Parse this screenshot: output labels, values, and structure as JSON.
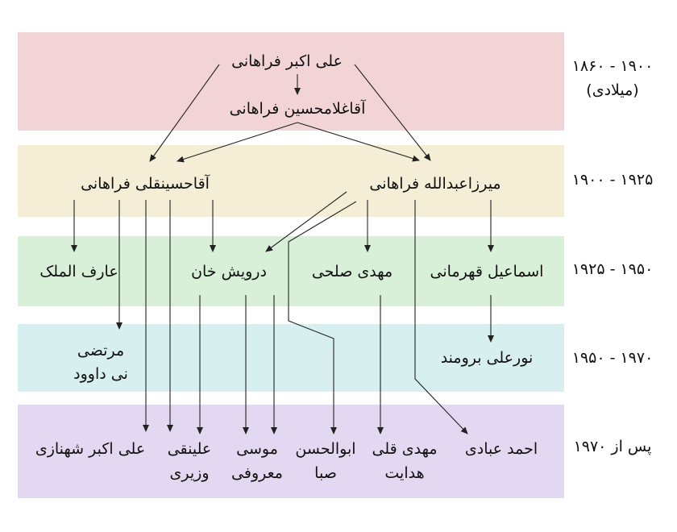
{
  "colors": {
    "band_1": "#f2d4d7",
    "band_2": "#f4eed6",
    "band_3": "#d8f0d8",
    "band_4": "#d8efef",
    "band_5": "#e2d8f1",
    "line": "#222222"
  },
  "eras": [
    {
      "label": "۱۸۶۰ - ۱۹۰۰",
      "sub": "(میلادی)"
    },
    {
      "label": "۱۹۰۰ - ۱۹۲۵"
    },
    {
      "label": "۱۹۲۵ - ۱۹۵۰"
    },
    {
      "label": "۱۹۵۰ - ۱۹۷۰"
    },
    {
      "label": "پس از ۱۹۷۰"
    }
  ],
  "people": {
    "ali_akbar_farahani": "علی اکبر فراهانی",
    "aghagholamhossein_farahani": "آقاغلامحسین فراهانی",
    "aghahosseingholi_farahani": "آقاحسینقلی فراهانی",
    "mirza_abdollah_farahani": "میرزاعبدالله فراهانی",
    "aref_almolk": "عارف الملک",
    "darvish_khan": "درویش خان",
    "mehdi_solhi": "مهدی صلحی",
    "esmaeil_ghahremani": "اسماعیل قهرمانی",
    "morteza_line1": "مرتضی",
    "morteza_line2": "نی داوود",
    "nourali_boroumand": "نورعلی برومند",
    "ali_akbar_shahnazi": "علی اکبر شهنازی",
    "alinaghi_line1": "علینقی",
    "alinaghi_line2": "وزیری",
    "mousa_line1": "موسی",
    "mousa_line2": "معروفی",
    "abolhassan_line1": "ابوالحسن",
    "abolhassan_line2": "صبا",
    "mehdigholi_line1": "مهدی قلی",
    "mehdigholi_line2": "هدایت",
    "ahmad_ebadi": "احمد عبادی"
  }
}
